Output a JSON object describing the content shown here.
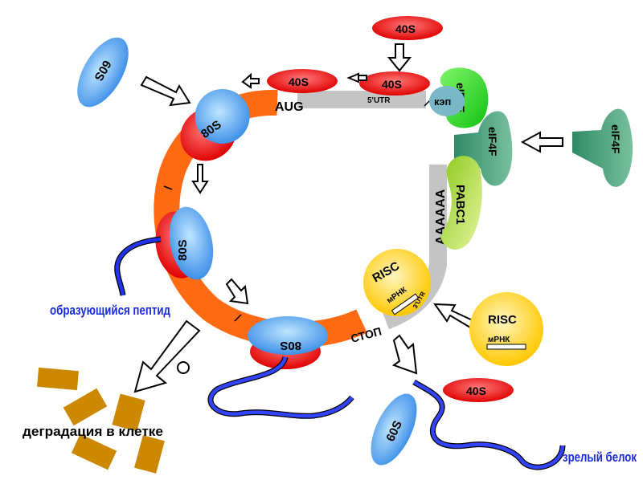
{
  "labels": {
    "s40_top": "40S",
    "s40_mid": "40S",
    "s40_ring": "40S",
    "s40_bottom": "40S",
    "s60_top": "60S",
    "s60_bottom": "60S",
    "s80_top": "80S",
    "s80_left": "80S",
    "s80_bottom": "80S",
    "aug": "AUG",
    "utr5": "5'UTR",
    "cap": "кэп",
    "eif4e": "eIF4E",
    "eif4f_ring": "eIF4F",
    "eif4f_free": "eIF4F",
    "polya": "AAAAAA",
    "pabc1": "PABC1",
    "risc_bound": "RISC",
    "mrna_bound": "мРНК",
    "utr3": "3'UTR",
    "risc_free": "RISC",
    "mrna_free": "мРНК",
    "stop": "СТОП",
    "peptide_growing": "образующийся пептид",
    "degradation": "деградация в клетке",
    "mature_protein": "зрелый белок"
  },
  "colors": {
    "mrna": "#ff6a13",
    "ribosome_large": "#5aaaf0",
    "ribosome_small": "#ee1111",
    "eif4e": "#22dd11",
    "eif4f": "#3a9a72",
    "pabc1": "#a6d838",
    "risc": "#ffd000",
    "peptide": "#1a2be0",
    "fragments": "#cc8800",
    "utr_gray": "#c0c0c0"
  }
}
